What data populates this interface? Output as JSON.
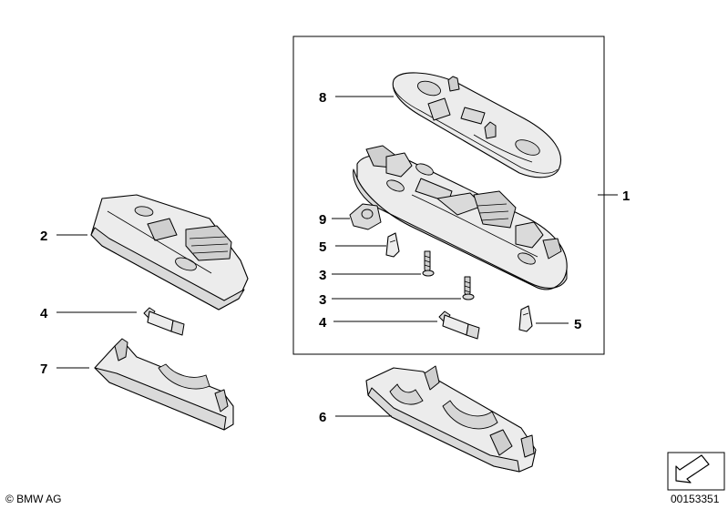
{
  "callouts": {
    "c1": "1",
    "c2": "2",
    "c3a": "3",
    "c3b": "3",
    "c4a": "4",
    "c4b": "4",
    "c5a": "5",
    "c5b": "5",
    "c6": "6",
    "c7": "7",
    "c8": "8",
    "c9": "9"
  },
  "footer": {
    "copyright": "© BMW AG",
    "diagram_number": "00153351"
  },
  "icons": {
    "direction": "arrow-corner-icon"
  }
}
